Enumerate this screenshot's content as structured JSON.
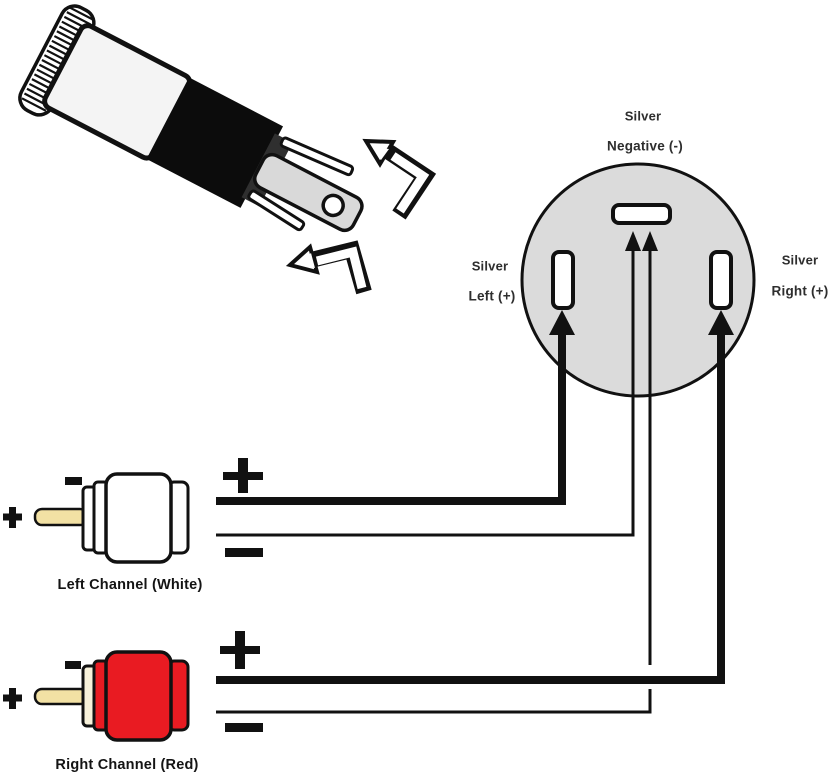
{
  "diagram": {
    "type": "stereo-jack-to-rca-wiring-diagram",
    "jack_rear": {
      "negative": {
        "material": "Silver",
        "label": "Negative (-)"
      },
      "left": {
        "material": "Silver",
        "label": "Left (+)"
      },
      "right": {
        "material": "Silver",
        "label": "Right (+)"
      }
    },
    "rca": {
      "left": {
        "label": "Left Channel (White)"
      },
      "right": {
        "label": "Right Channel (Red)"
      }
    },
    "symbols": {
      "plus": "+",
      "minus": "−"
    },
    "colors": {
      "wire": "#111111",
      "jack_face": "#DBDBDB",
      "lug_fill": "#FFFFFF",
      "rca_left_body": "#FFFFFF",
      "rca_right_body": "#E91B22",
      "rca_right_ring": "#F7F1DA",
      "pin": "#F2E1A4",
      "tab_gray": "#D9D9D9",
      "plug_barrel": "#F4F4F4",
      "plug_black": "#0C0C0C"
    }
  }
}
